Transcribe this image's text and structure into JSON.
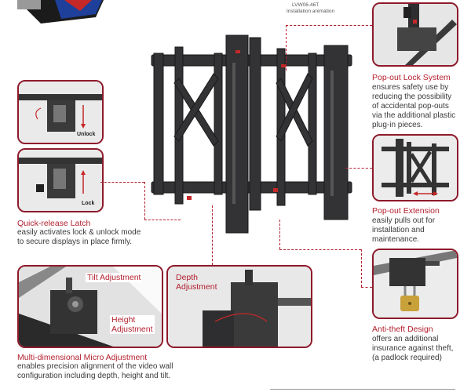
{
  "header": {
    "model": "LVW06-46T",
    "subtitle": "Installation animation"
  },
  "features": {
    "popout_lock": {
      "title": "Pop-out Lock System",
      "desc": [
        "ensures safety use by",
        "reducing the possibility",
        "of accidental pop-outs",
        "via the additional plastic",
        "plug-in pieces."
      ]
    },
    "popout_extension": {
      "title": "Pop-out Extension",
      "desc": [
        "easily pulls out for",
        "installation and",
        "maintenance."
      ]
    },
    "anti_theft": {
      "title": "Anti-theft Design",
      "desc": [
        "offers an additional",
        "insurance against theft,",
        "(a padlock required)"
      ]
    },
    "quick_release": {
      "title": "Quick-release Latch",
      "desc": [
        "easily activates lock & unlock mode",
        "to secure displays in place firmly."
      ],
      "unlock_label": "Unlock",
      "lock_label": "Lock"
    },
    "micro_adjust": {
      "title": "Multi-dimensional Micro Adjustment",
      "desc": [
        "enables precision alignment of the video wall",
        "configuration including depth, height and tilt."
      ],
      "tilt_label": "Tilt Adjustment",
      "height_label": [
        "Height",
        "Adjustment"
      ]
    },
    "depth": {
      "label": [
        "Depth",
        "Adjustment"
      ]
    }
  },
  "colors": {
    "accent": "#b3202f",
    "panel_border": "#8e1a2b",
    "metal": "#2e2e30"
  }
}
